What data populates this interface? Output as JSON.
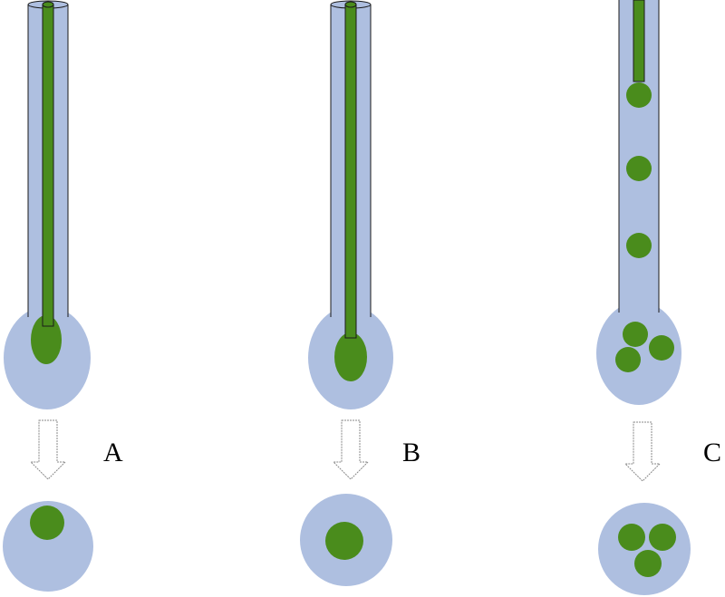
{
  "labels": {
    "a": "A",
    "b": "B",
    "c": "C"
  },
  "colors": {
    "sheath": "#aebfe0",
    "core": "#4a8c1c",
    "outline": "#1a1a1a",
    "background": "#ffffff",
    "arrow_fill": "#ffffff",
    "arrow_stroke": "#8a8a8a"
  }
}
